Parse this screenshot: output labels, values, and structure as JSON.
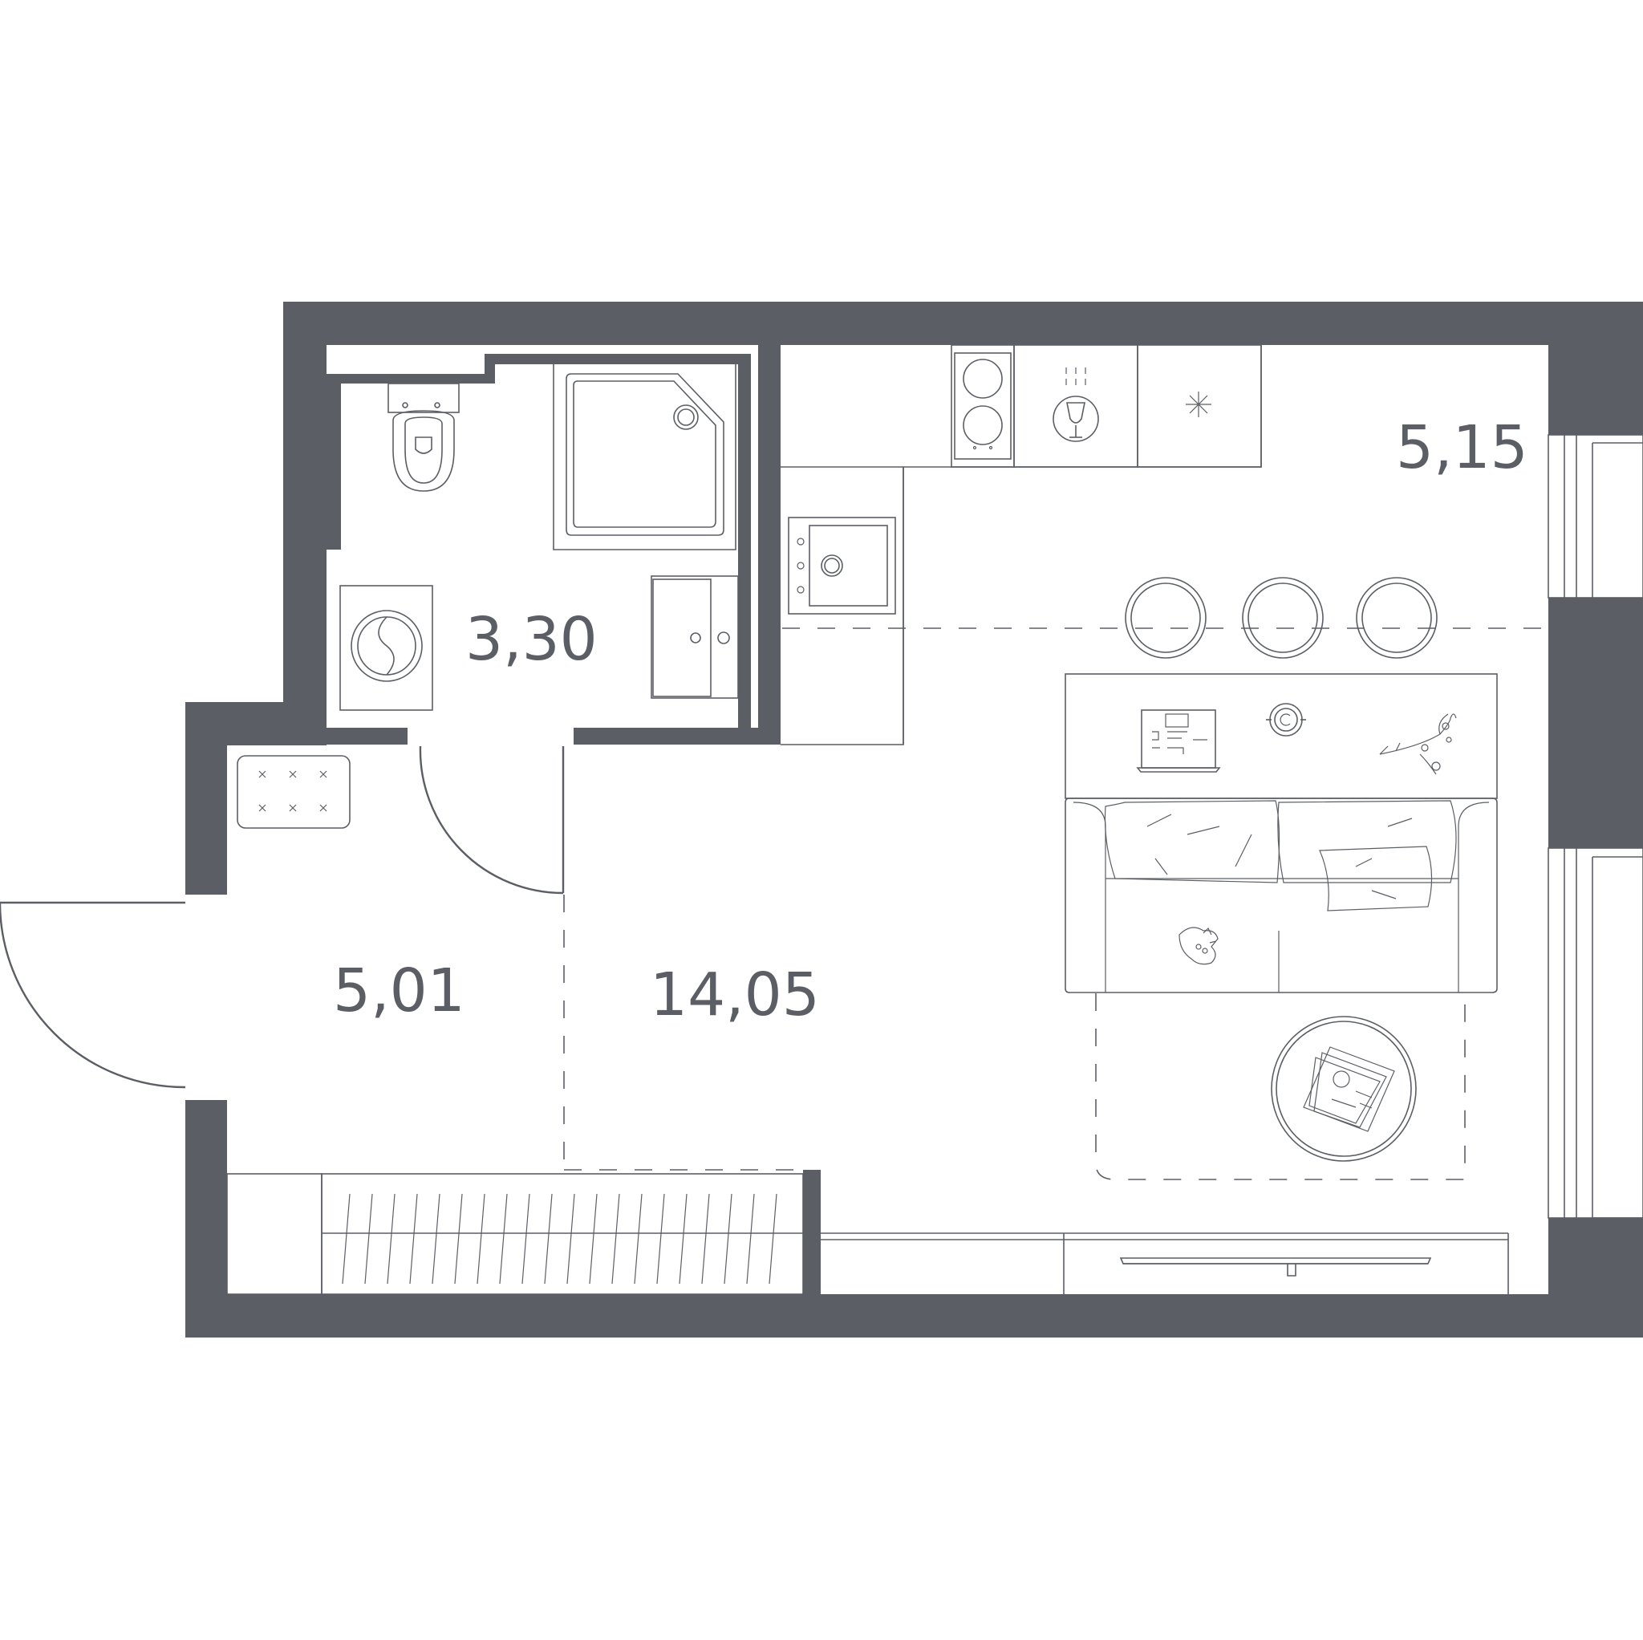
{
  "rooms": [
    {
      "id": "bathroom",
      "area": "3,30"
    },
    {
      "id": "hallway",
      "area": "5,01"
    },
    {
      "id": "living",
      "area": "14,05"
    },
    {
      "id": "balcony",
      "area": "5,15"
    }
  ],
  "colors": {
    "wall": "#5b5e65",
    "background": "#ffffff"
  }
}
